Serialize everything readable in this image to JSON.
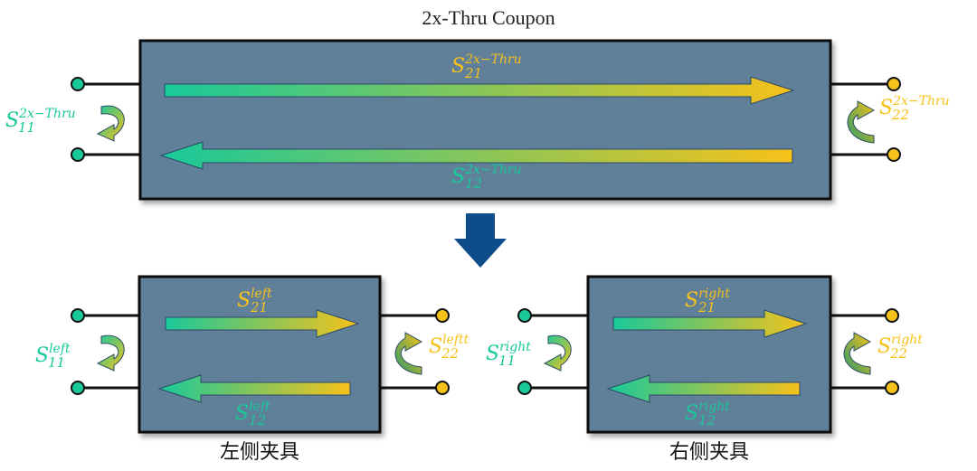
{
  "title": "2x-Thru Coupon",
  "colors": {
    "box_fill": "#617f99",
    "green": "#19c99a",
    "yellow": "#f6c21a",
    "down_arrow": "#0e4d8a"
  },
  "top": {
    "s21": {
      "base": "S",
      "sub": "21",
      "sup": "2x−Thru"
    },
    "s12": {
      "base": "S",
      "sub": "12",
      "sup": "2x−Thru"
    },
    "s11": {
      "base": "S",
      "sub": "11",
      "sup": "2x−Thru"
    },
    "s22": {
      "base": "S",
      "sub": "22",
      "sup": "2x−Thru"
    }
  },
  "left_fixture": {
    "caption": "左侧夹具",
    "s21": {
      "base": "S",
      "sub": "21",
      "sup": "left"
    },
    "s12": {
      "base": "S",
      "sub": "12",
      "sup": "left"
    },
    "s11": {
      "base": "S",
      "sub": "11",
      "sup": "left"
    },
    "s22": {
      "base": "S",
      "sub": "22",
      "sup": "leftt"
    }
  },
  "right_fixture": {
    "caption": "右侧夹具",
    "s21": {
      "base": "S",
      "sub": "21",
      "sup": "right"
    },
    "s12": {
      "base": "S",
      "sub": "12",
      "sup": "right"
    },
    "s11": {
      "base": "S",
      "sub": "11",
      "sup": "right"
    },
    "s22": {
      "base": "S",
      "sub": "22",
      "sup": "right"
    }
  }
}
